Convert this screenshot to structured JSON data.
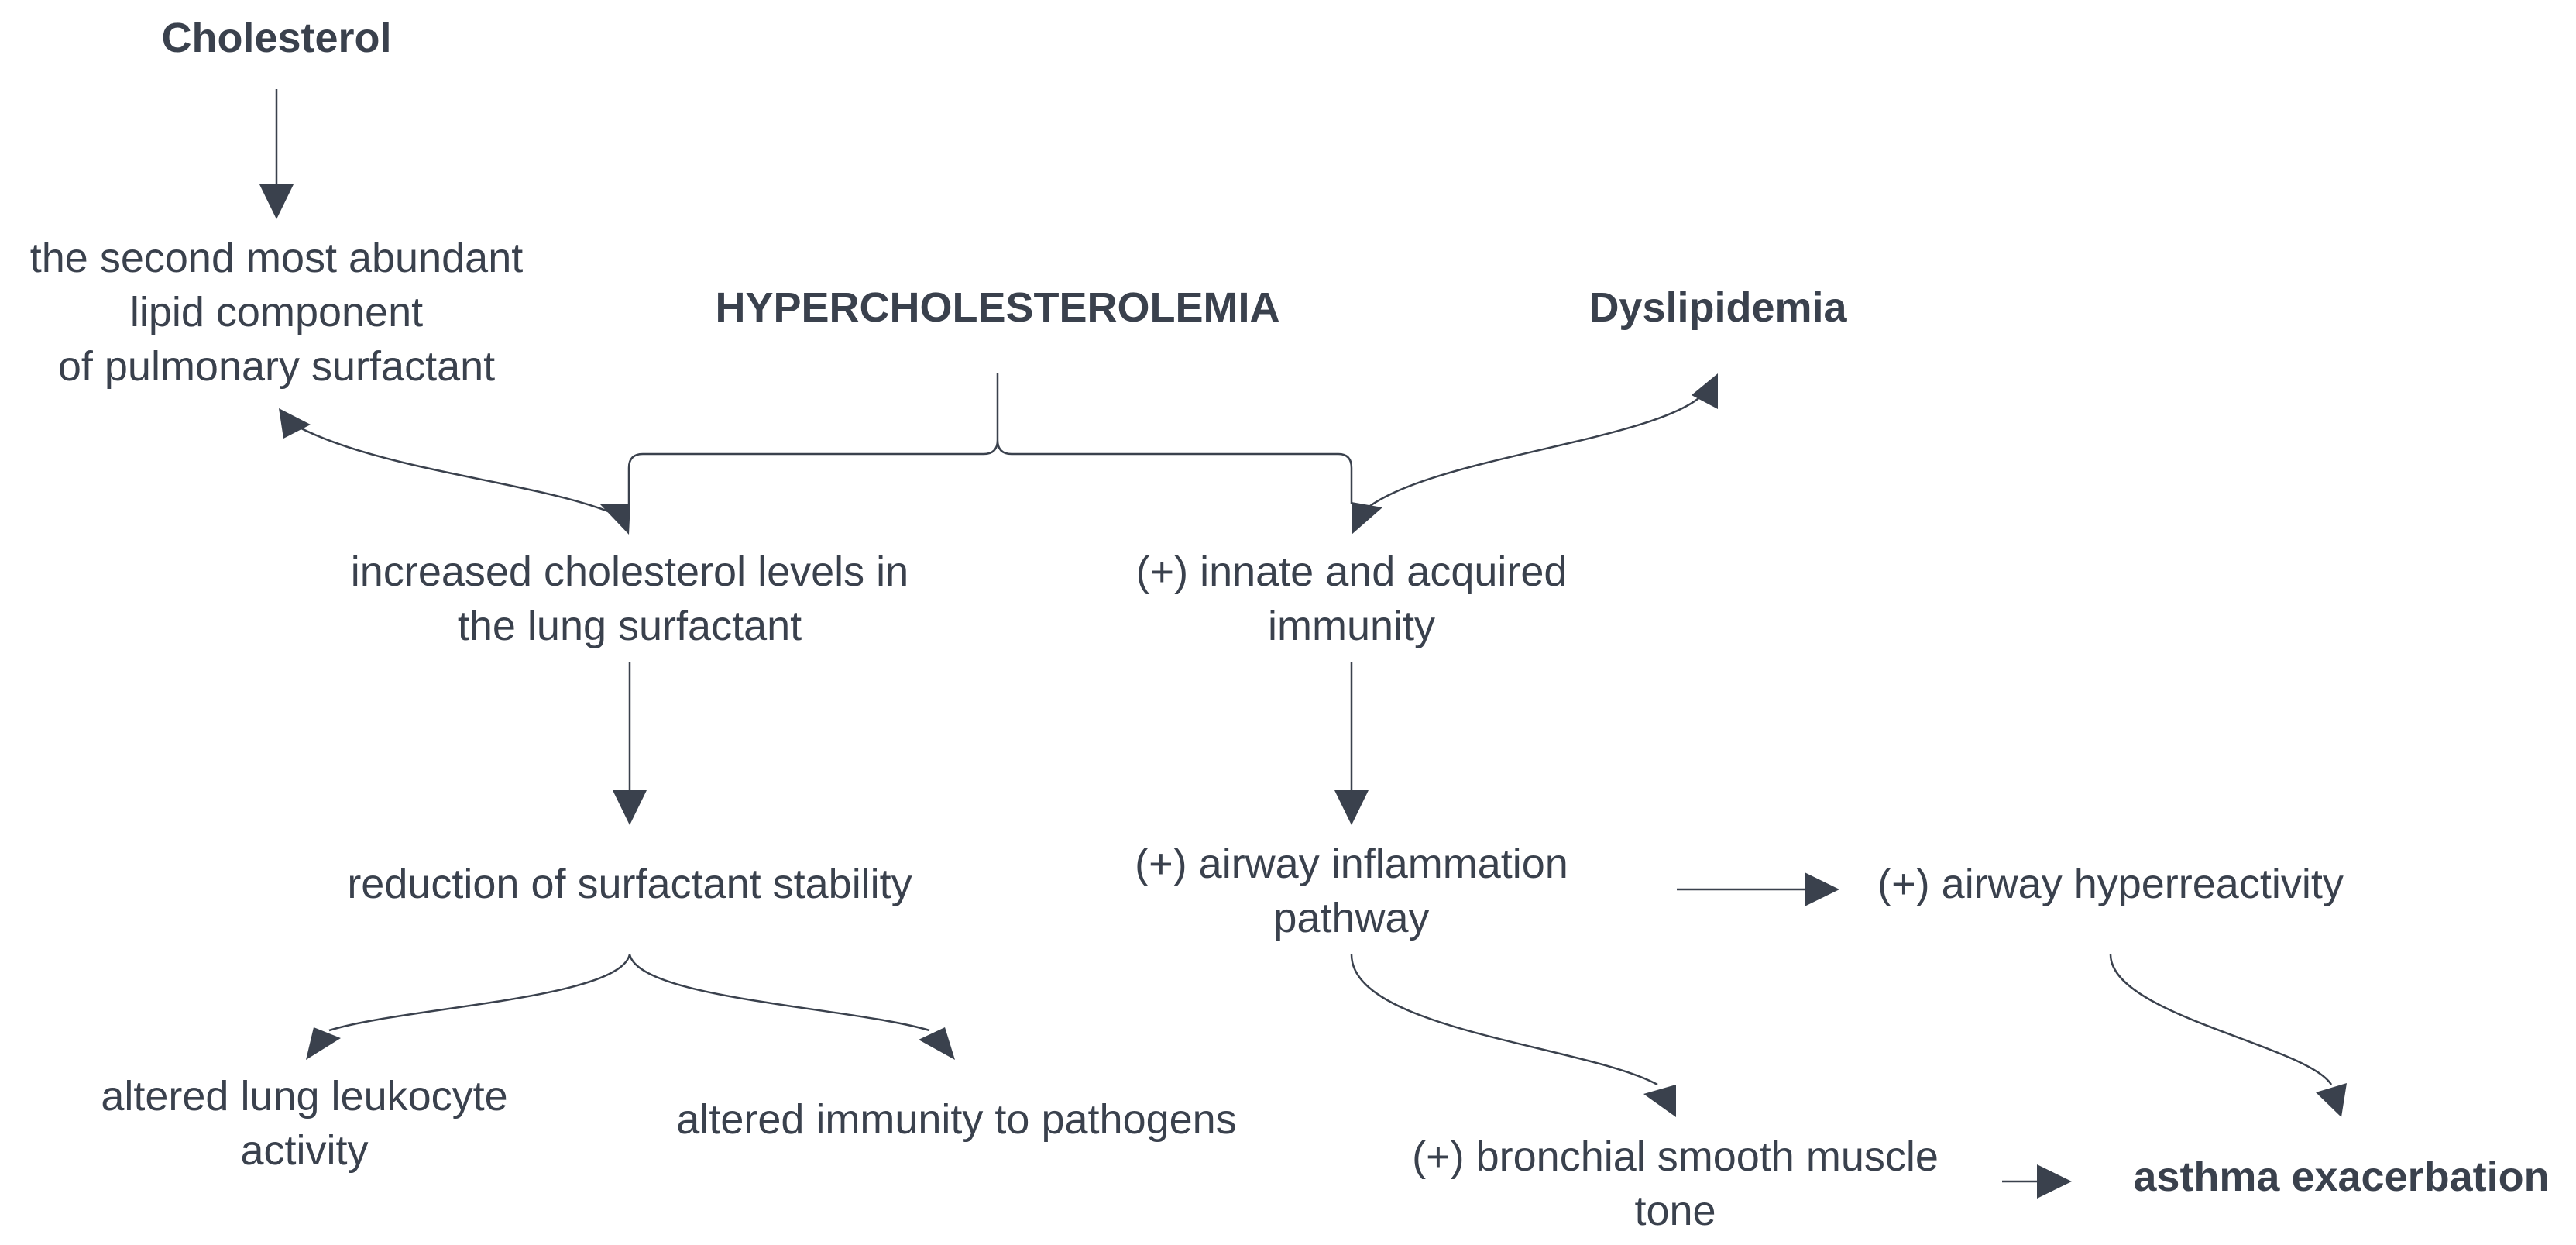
{
  "nodes": {
    "cholesterol": "Cholesterol",
    "surfactant_lipid": "the second most abundant\nlipid component\nof pulmonary surfactant",
    "hypercholesterolemia": "HYPERCHOLESTEROLEMIA",
    "dyslipidemia": "Dyslipidemia",
    "increased_cholesterol": "increased cholesterol levels in\nthe lung surfactant",
    "innate_immunity": "(+) innate and acquired\nimmunity",
    "reduction_stability": "reduction of surfactant stability",
    "airway_inflammation": "(+) airway inflammation\npathway",
    "airway_hyperreactivity": "(+) airway hyperreactivity",
    "leukocyte_activity": "altered lung leukocyte\nactivity",
    "immunity_pathogens": "altered immunity to pathogens",
    "bronchial_tone": "(+) bronchial smooth muscle\ntone",
    "asthma_exacerbation": "asthma exacerbation"
  },
  "colors": {
    "text": "#3a414d",
    "line": "#3a414d",
    "background": "#ffffff"
  }
}
